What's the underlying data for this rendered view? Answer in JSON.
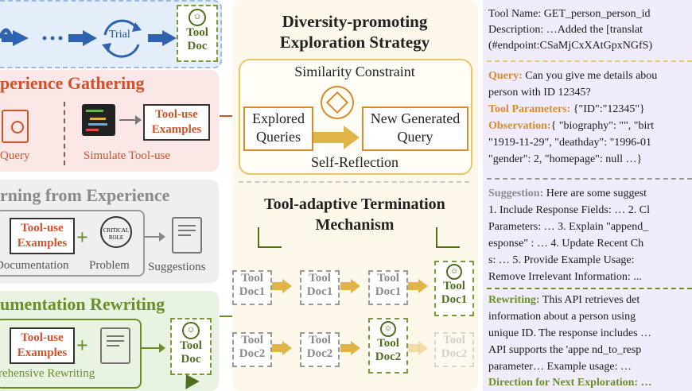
{
  "left": {
    "trial_label": "Trial",
    "tool_doc_label": "Tool\nDoc",
    "experience_gathering": {
      "title": "perience Gathering",
      "query_label": "Query",
      "simulate_label": "Simulate Tool-use",
      "examples_label": "Tool-use\nExamples"
    },
    "learning": {
      "title": "rning from Experience",
      "examples_label": "Tool-use\nExamples",
      "documentation_label": "Documentation",
      "problem_label": "Problem",
      "suggestions_label": "Suggestions",
      "critical_role_label": "CRITICAL\nROLE"
    },
    "rewriting": {
      "title": "umentation Rewriting",
      "examples_label": "Tool-use\nExamples",
      "comprehensive_label": "rehensive Rewriting",
      "tool_doc_label": "Tool\nDoc"
    }
  },
  "middle": {
    "diversity_title": "Diversity-promoting\nExploration Strategy",
    "similarity_label": "Similarity Constraint",
    "explored_label": "Explored\nQueries",
    "new_generated_label": "New Generated\nQuery",
    "self_reflection_label": "Self-Reflection",
    "termination_title": "Tool-adaptive Termination\nMechanism",
    "doc_row1": [
      "Tool\nDoc1",
      "Tool\nDoc1",
      "Tool\nDoc1",
      "Tool\nDoc1"
    ],
    "doc_row2": [
      "Tool\nDoc2",
      "Tool\nDoc2",
      "Tool\nDoc2",
      "Tool\nDoc2"
    ]
  },
  "right": {
    "tool_name": "Tool Name: GET_person_person_id",
    "description": "Description: …Added the [translat",
    "endpoint": "(#endpoint:CSaMjCxXAtGpxNGfS)",
    "query_label": "Query:",
    "query_text": " Can you give me details abou",
    "query_text2": "person with ID 12345?",
    "tool_params_label": "Tool Parameters:",
    "tool_params_text": " {\"ID\":\"12345\"}",
    "observation_label": "Observation:",
    "observation_text": "{ \"biography\": \"\", \"birt",
    "observation_text2": "\"1919-11-29\",  \"deathday\": \"1996-01",
    "observation_text3": "\"gender\": 2, \"homepage\": null …}",
    "suggestion_label": "Suggestion:",
    "suggestion_text": " Here are some suggest",
    "suggestion_line2": "1. Include Response Fields: … 2. Cl",
    "suggestion_line3": "Parameters: … 3. Explain \"append_",
    "suggestion_line4": "esponse\" :  … 4. Update Recent Ch",
    "suggestion_line5": "s: … 5. Provide Example Usage:",
    "suggestion_line6": "Remove Irrelevant Information: ...",
    "rewriting_label": "Rewriting:",
    "rewriting_text": " This API retrieves det",
    "rewriting_line2": "information about a person using",
    "rewriting_line3": "unique ID. The response includes …",
    "rewriting_line4": "API supports the 'appe nd_to_resp",
    "rewriting_line5": "parameter…  Example usage: …",
    "direction_label": "Direction for Next Exploration: …"
  },
  "colors": {
    "gold": "#c99712",
    "orange": "#d98b2a",
    "green": "#6a8f2a",
    "purple_panel": "#f1ecfb",
    "blue_panel": "#e3eefa",
    "pink_panel": "#fbe8e6",
    "gray_panel": "#efefef",
    "green_panel": "#e9f3e1"
  }
}
